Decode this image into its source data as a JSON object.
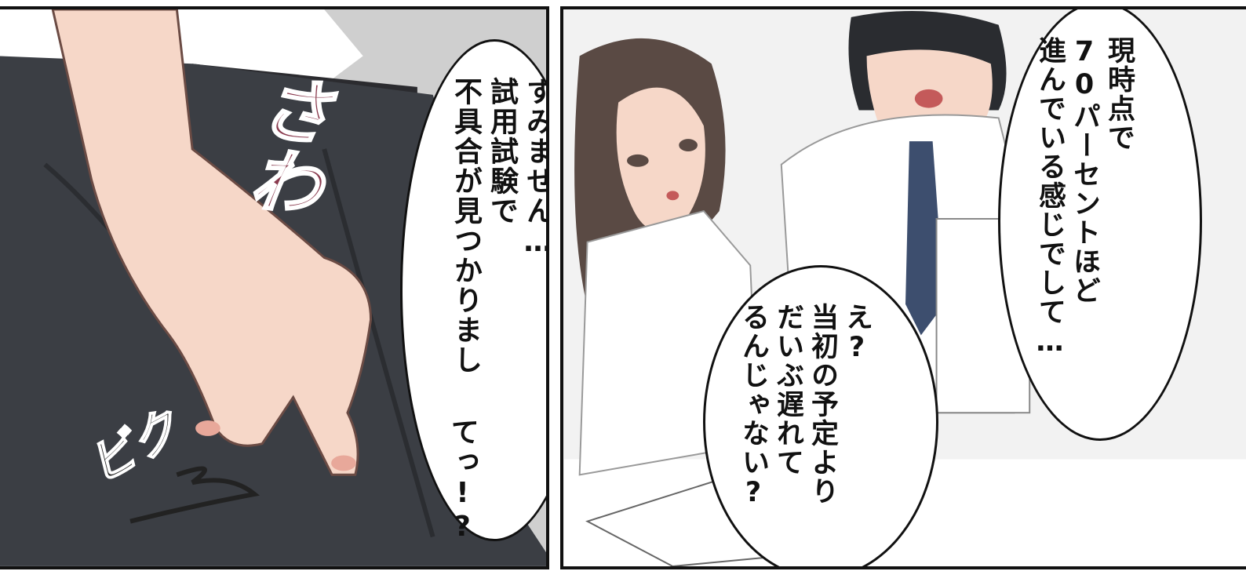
{
  "panels": {
    "left": {
      "sfx_top": "さわ",
      "sfx_bottom": "ビク",
      "bubble_main": "すみません…\n試用試験で\n不具合が見つかりまし",
      "bubble_tail": "てっ!?"
    },
    "right": {
      "bubble_top": "現時点で\n70パーセントほど\n進んでいる感じでして…",
      "bubble_bottom": "え?\n当初の予定より\nだいぶ遅れて\nるんじゃない?"
    }
  },
  "colors": {
    "border": "#111111",
    "sfx_top": "#8a3a4e",
    "sfx_bottom": "#2a2a2a",
    "suit": "#3b3e44",
    "skin": "#f6d7c8",
    "tie": "#3d4e6e"
  }
}
